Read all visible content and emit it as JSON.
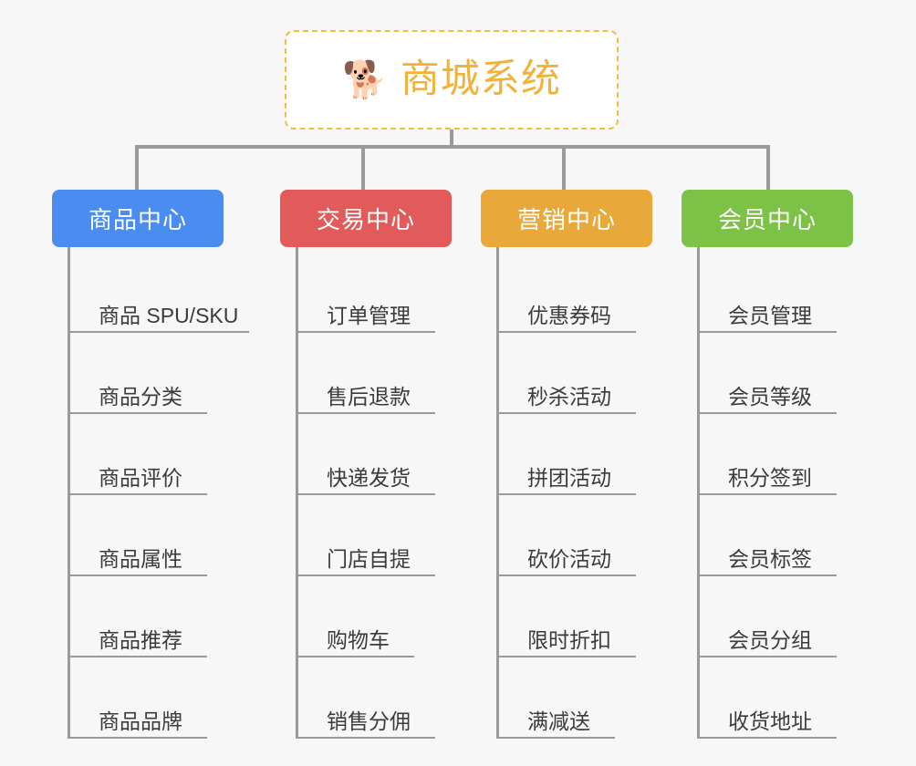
{
  "page": {
    "background_color": "#f7f7f7",
    "type": "org-chart-mindmap"
  },
  "root": {
    "icon": "shiba-dog-face-emoji",
    "emoji": "🐕",
    "title": "商城系统",
    "title_color": "#f0b23a",
    "border_color": "#f2bc3c",
    "background_color": "#ffffff"
  },
  "connector": {
    "color": "#9a9a9a"
  },
  "columns": [
    {
      "id": "product-center",
      "title": "商品中心",
      "color": "#4a8cf0",
      "color_class": "c-blue",
      "items": [
        {
          "label": "商品 SPU/SKU",
          "underline_width": 196
        },
        {
          "label": "商品分类",
          "underline_width": 150
        },
        {
          "label": "商品评价",
          "underline_width": 150
        },
        {
          "label": "商品属性",
          "underline_width": 150
        },
        {
          "label": "商品推荐",
          "underline_width": 150
        },
        {
          "label": "商品品牌",
          "underline_width": 150
        }
      ]
    },
    {
      "id": "trade-center",
      "title": "交易中心",
      "color": "#e15b5b",
      "color_class": "c-red",
      "items": [
        {
          "label": "订单管理",
          "underline_width": 150
        },
        {
          "label": "售后退款",
          "underline_width": 150
        },
        {
          "label": "快递发货",
          "underline_width": 150
        },
        {
          "label": "门店自提",
          "underline_width": 150
        },
        {
          "label": "购物车",
          "underline_width": 127
        },
        {
          "label": "销售分佣",
          "underline_width": 150
        }
      ]
    },
    {
      "id": "marketing-center",
      "title": "营销中心",
      "color": "#e9a93a",
      "color_class": "c-orange",
      "items": [
        {
          "label": "优惠券码",
          "underline_width": 150
        },
        {
          "label": "秒杀活动",
          "underline_width": 150
        },
        {
          "label": "拼团活动",
          "underline_width": 150
        },
        {
          "label": "砍价活动",
          "underline_width": 150
        },
        {
          "label": "限时折扣",
          "underline_width": 150
        },
        {
          "label": "满减送",
          "underline_width": 127
        }
      ]
    },
    {
      "id": "member-center",
      "title": "会员中心",
      "color": "#7cc247",
      "color_class": "c-green",
      "items": [
        {
          "label": "会员管理",
          "underline_width": 150
        },
        {
          "label": "会员等级",
          "underline_width": 150
        },
        {
          "label": "积分签到",
          "underline_width": 150
        },
        {
          "label": "会员标签",
          "underline_width": 150
        },
        {
          "label": "会员分组",
          "underline_width": 150
        },
        {
          "label": "收货地址",
          "underline_width": 150
        }
      ]
    }
  ]
}
